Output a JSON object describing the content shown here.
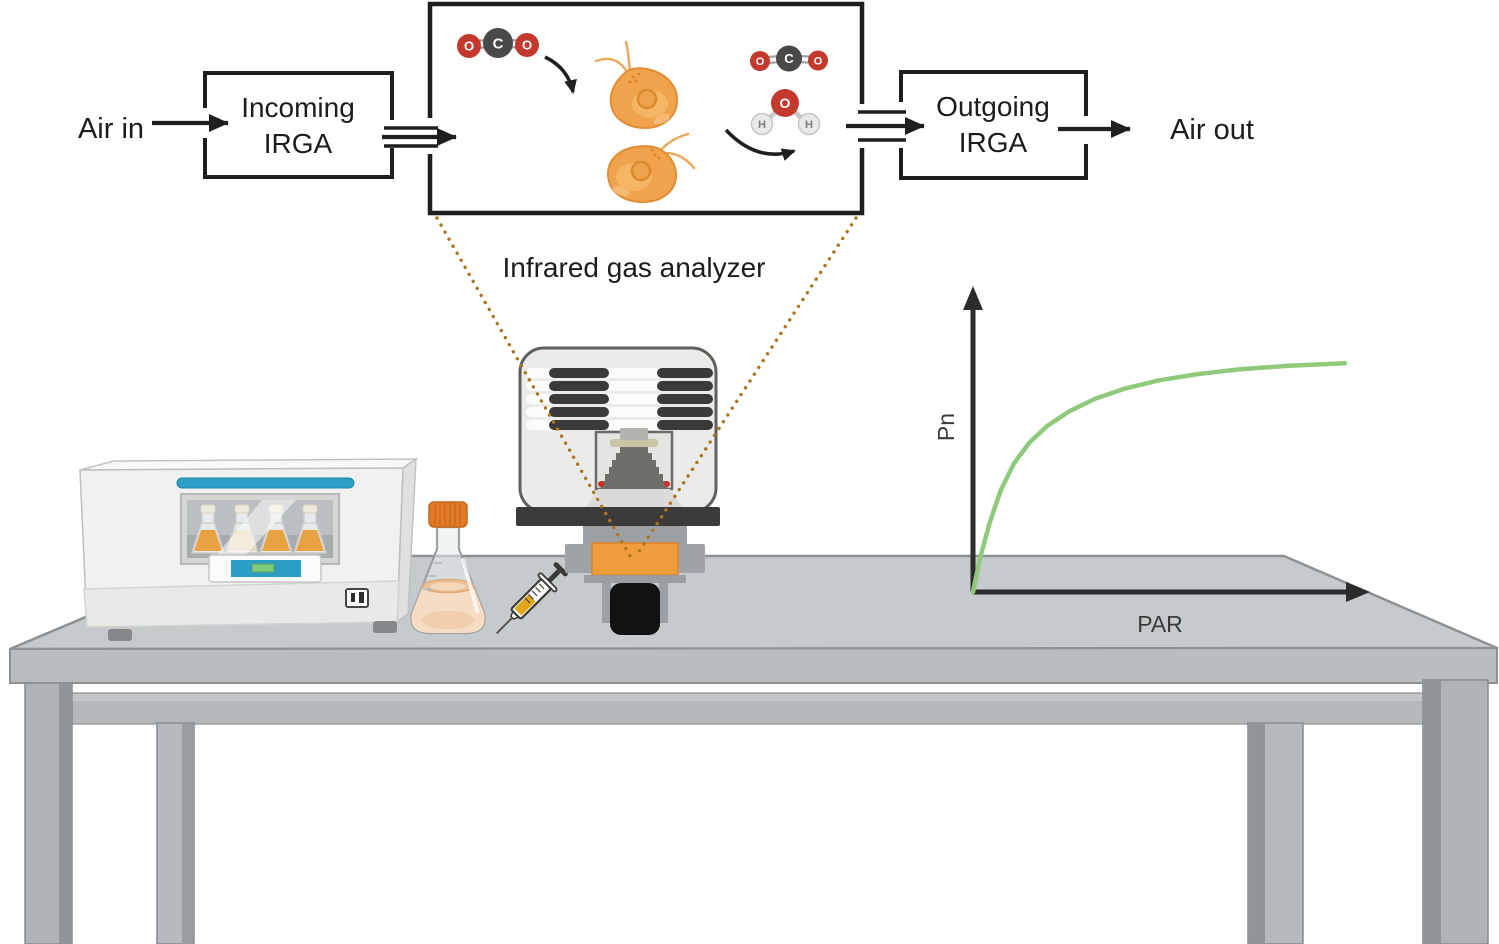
{
  "figure": {
    "caption": "Infrared gas analyzer",
    "air_in_label": "Air in",
    "air_out_label": "Air out",
    "incoming_irga_line1": "Incoming",
    "incoming_irga_line2": "IRGA",
    "outgoing_irga_line1": "Outgoing",
    "outgoing_irga_line2": "IRGA"
  },
  "molecules": {
    "co2_left": {
      "o1": "O",
      "c": "C",
      "o2": "O"
    },
    "co2_right": {
      "o1": "O",
      "c": "C",
      "o2": "O"
    },
    "h2o": {
      "o": "O",
      "h1": "H",
      "h2": "H"
    }
  },
  "chart_data": {
    "type": "line",
    "title": "",
    "xlabel": "PAR",
    "ylabel": "Pn",
    "x_axis": {
      "range_rel": [
        0,
        1
      ],
      "ticks": "none",
      "arrow": true
    },
    "y_axis": {
      "range_rel": [
        0,
        1
      ],
      "ticks": "none",
      "arrow": true
    },
    "grid": false,
    "legend": "none",
    "series": [
      {
        "name": "net photosynthesis light-response curve",
        "color": "#8fca7c",
        "points_rel": [
          [
            0,
            0
          ],
          [
            0.02,
            0.14
          ],
          [
            0.045,
            0.275
          ],
          [
            0.075,
            0.405
          ],
          [
            0.11,
            0.51
          ],
          [
            0.15,
            0.59
          ],
          [
            0.2,
            0.66
          ],
          [
            0.26,
            0.718
          ],
          [
            0.33,
            0.768
          ],
          [
            0.41,
            0.808
          ],
          [
            0.5,
            0.84
          ],
          [
            0.6,
            0.864
          ],
          [
            0.72,
            0.884
          ],
          [
            0.85,
            0.898
          ],
          [
            1.0,
            0.908
          ]
        ]
      }
    ],
    "description": "Pn rises steeply at low PAR and saturates at high PAR"
  },
  "colors": {
    "sample_chamber_orange": "#f09c3a",
    "incubator_teal": "#2d9ec5",
    "indicator_green": "#80ca80",
    "curve_green": "#8fca7c",
    "atom_oxygen_red": "#c4392d",
    "atom_carbon_gray": "#4a4948",
    "dotted_line_brown": "#ab761e",
    "table_gray": "#c7cacc",
    "algae_orange": "#f0a24c",
    "flask_cap_orange": "#e07b28",
    "line_black": "#1f1f1f"
  },
  "illustrations": [
    "shaker-incubator-with-culture-flasks",
    "erlenmeyer-culture-flask",
    "syringe",
    "infrared-gas-analyzer-instrument",
    "algae-cells-with-flagella",
    "co2-molecule",
    "h2o-molecule",
    "lab-bench-table",
    "light-response-graph"
  ]
}
